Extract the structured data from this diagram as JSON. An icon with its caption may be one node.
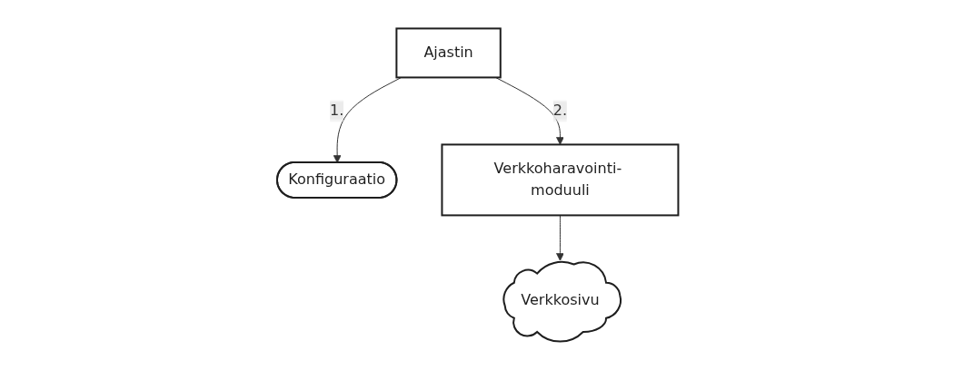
{
  "diagram": {
    "nodes": [
      {
        "text": [
          "Ajastin"
        ]
      },
      {
        "text": [
          "Konfiguraatio"
        ]
      },
      {
        "text": [
          "Verkkoharavointi- moduuli"
        ]
      },
      {
        "text": [
          "Verkkosivu"
        ]
      }
    ],
    "edges": [
      {
        "from": 0,
        "to": 1,
        "arrow": "to",
        "label": "1."
      },
      {
        "from": 0,
        "to": 2,
        "arrow": "to",
        "label": "2."
      },
      {
        "from": 2,
        "to": 3,
        "arrow": "to"
      }
    ]
  }
}
